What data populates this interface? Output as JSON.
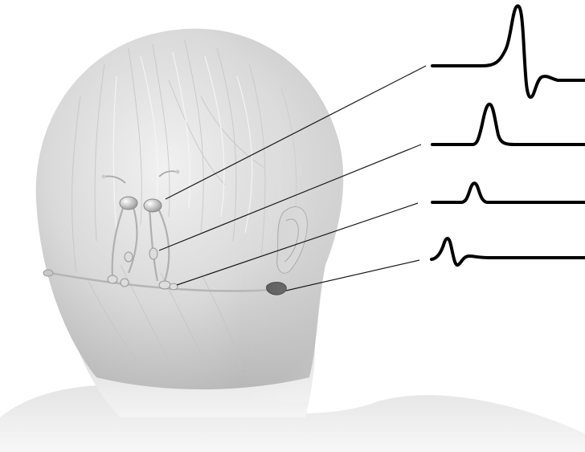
{
  "figure": {
    "subject": "head-back-view",
    "structures": [
      {
        "name": "left-nerve-bulb"
      },
      {
        "name": "right-nerve-bulb"
      },
      {
        "name": "ear"
      },
      {
        "name": "cochlear-nucleus"
      }
    ],
    "waveforms": [
      {
        "name": "waveform-1"
      },
      {
        "name": "waveform-2"
      },
      {
        "name": "waveform-3"
      },
      {
        "name": "waveform-4"
      }
    ],
    "colors": {
      "background": "#ffffff",
      "head_light": "#eeeeee",
      "head_mid": "#d4d4d4",
      "head_dark": "#a8a8a8",
      "trace": "#000000",
      "leader": "#1a1a1a",
      "structure": "#e6e6e6"
    }
  }
}
